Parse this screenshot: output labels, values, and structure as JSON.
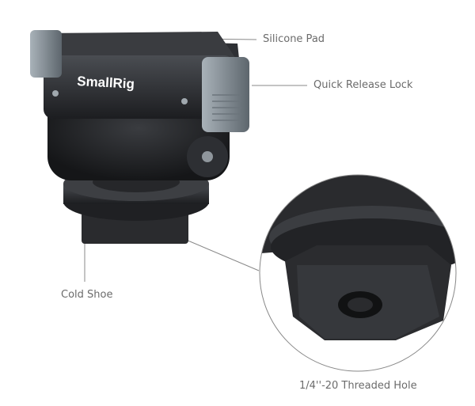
{
  "brand": "SmallRig",
  "callouts": {
    "silicone_pad": "Silicone Pad",
    "quick_release_lock": "Quick Release Lock",
    "cold_shoe": "Cold Shoe",
    "threaded_hole": "1/4''-20 Threaded Hole"
  },
  "colors": {
    "body": "#2b2d30",
    "accent_metal": "#8a949c",
    "label": "#6b6b6b"
  }
}
